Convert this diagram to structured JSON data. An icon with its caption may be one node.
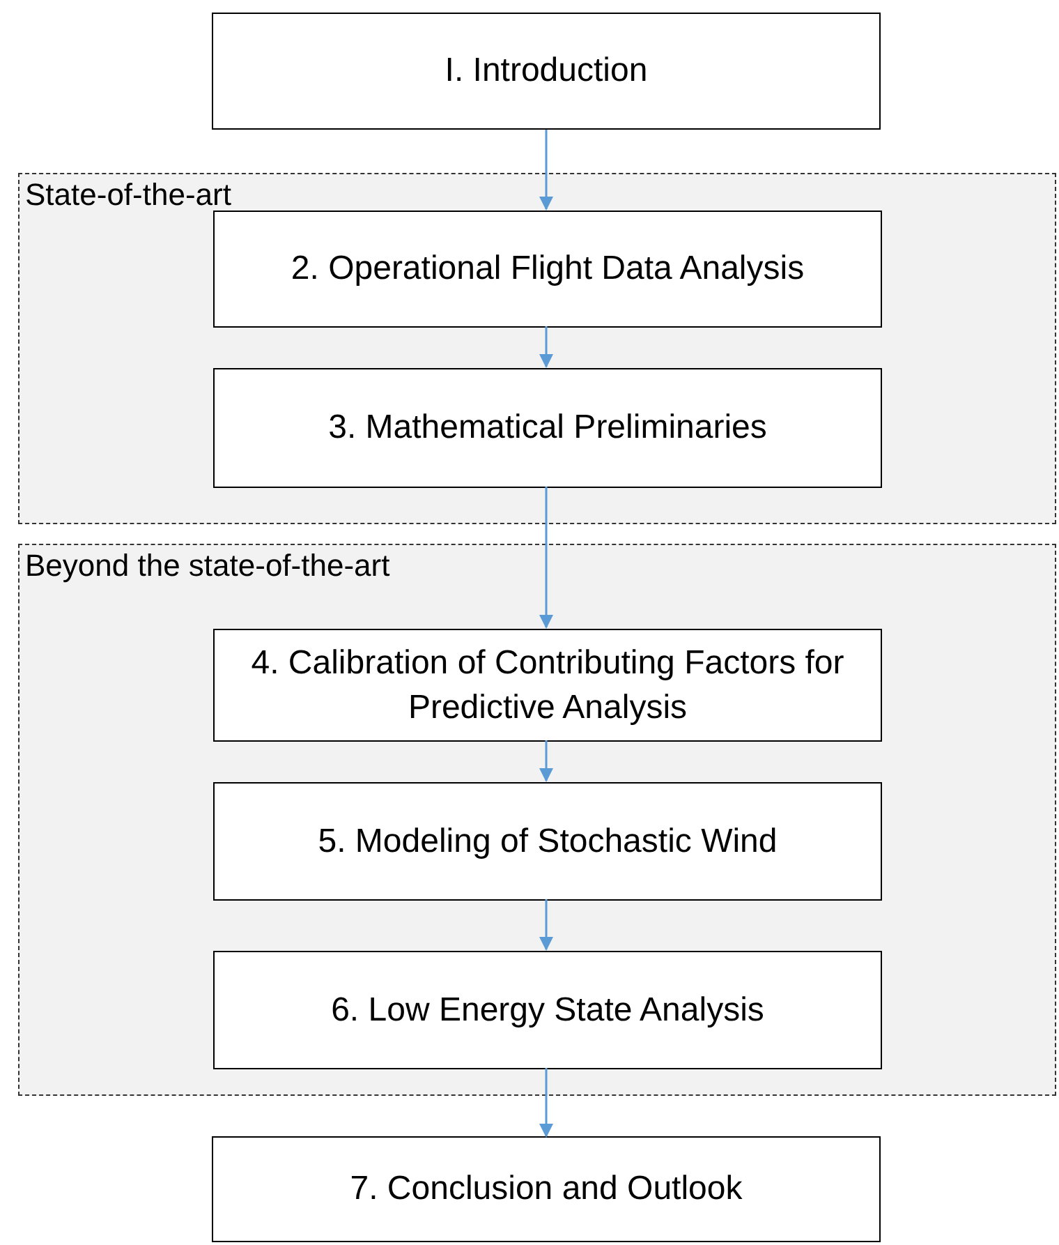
{
  "diagram": {
    "nodes": [
      {
        "text": [
          "I. Introduction"
        ]
      },
      {
        "text": [
          "State-of-the-art"
        ]
      },
      {
        "text": [
          "2. Operational Flight Data Analysis"
        ],
        "in": 1
      },
      {
        "text": [
          "3. Mathematical Preliminaries"
        ],
        "in": 1
      },
      {
        "text": [
          "Beyond the state-of-the-art"
        ]
      },
      {
        "text": [
          "4. Calibration of Contributing Factors for Predictive Analysis"
        ],
        "in": 4
      },
      {
        "text": [
          "5. Modeling of Stochastic Wind"
        ],
        "in": 4
      },
      {
        "text": [
          "6. Low Energy State Analysis"
        ],
        "in": 4
      },
      {
        "text": [
          "7. Conclusion and Outlook"
        ]
      }
    ],
    "edges": [
      {
        "from": 0,
        "to": 2,
        "arrow": "to"
      },
      {
        "from": 2,
        "to": 3,
        "arrow": "to"
      },
      {
        "from": 3,
        "to": 5,
        "arrow": "to"
      },
      {
        "from": 5,
        "to": 6,
        "arrow": "to"
      },
      {
        "from": 6,
        "to": 7,
        "arrow": "to"
      },
      {
        "from": 7,
        "to": 8,
        "arrow": "to"
      }
    ]
  }
}
